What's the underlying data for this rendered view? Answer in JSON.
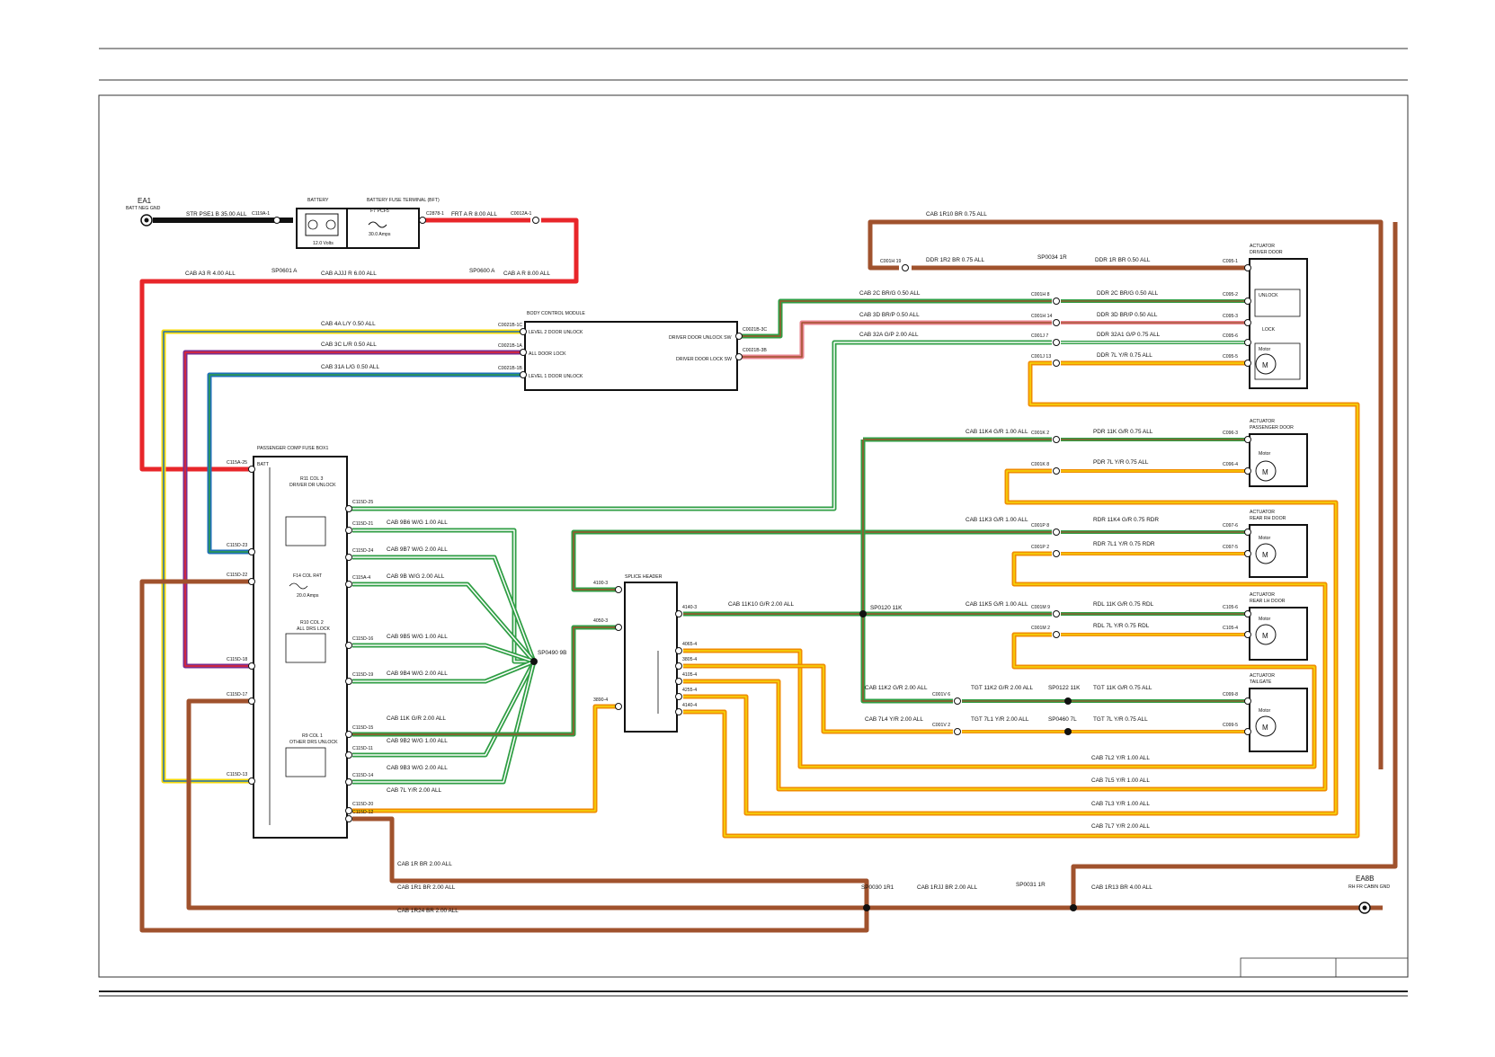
{
  "colors": {
    "brown": "#a0522d",
    "red": "#e8262a",
    "black": "#111111",
    "green": "#2f9e44",
    "orange": "#f08c00",
    "yellow": "#f5d90a",
    "purple": "#7b2d8e",
    "blue": "#1f6fb8",
    "pink": "#e8828e",
    "gray": "#9a9a9a"
  },
  "grounds": {
    "ea1": {
      "name": "EA1",
      "desc": "BATT NEG GND"
    },
    "ea8": {
      "name": "EA8B",
      "desc": "RH FR CABIN GND"
    }
  },
  "components": {
    "battery": "BATTERY",
    "battery_voltage": "12.0 Volts",
    "fuse_terminal": "BATTERY FUSE TERMINAL (BFT)",
    "fuse_name": "F7 PCF5",
    "fuse_rating": "30.0 Amps",
    "bcm": "BODY CONTROL MODULE",
    "bcm_in_1": "LEVEL 2 DOOR UNLOCK",
    "bcm_in_2": "ALL DOOR LOCK",
    "bcm_in_3": "LEVEL 1 DOOR UNLOCK",
    "bcm_out_1": "DRIVER DOOR UNLOCK SW",
    "bcm_out_2": "DRIVER DOOR LOCK SW",
    "fuse_box": "PASSENGER COMP FUSE BOX1",
    "batt_pin": "BATT",
    "relay1_a": "R11 COL 3",
    "relay1_b": "DRIVER DR UNLOCK",
    "fuse_box_fuse": "F14 COL R4T",
    "fuse_box_fuse_rating": "20.0 Amps",
    "relay2_a": "R10 COL 2",
    "relay2_b": "ALL DRS LOCK",
    "relay3_a": "R9 COL 1",
    "relay3_b": "OTHER DRS UNLOCK",
    "splice_header": "SPLICE HEADER",
    "act_driver_1": "ACTUATOR",
    "act_driver_2": "DRIVER DOOR",
    "unlock": "UNLOCK",
    "lock": "LOCK",
    "motor": "Motor",
    "act_pass_1": "ACTUATOR",
    "act_pass_2": "PASSENGER DOOR",
    "act_rrh_1": "ACTUATOR",
    "act_rrh_2": "REAR RH DOOR",
    "act_rlh_1": "ACTUATOR",
    "act_rlh_2": "REAR LH DOOR",
    "act_tg_1": "ACTUATOR",
    "act_tg_2": "TAILGATE",
    "m": "M"
  },
  "wires": {
    "w_str": "STR   PSE1 B 35.00 ALL",
    "w_frt": "FRT   A R 8.00 ALL",
    "w_a3": "CAB   A3 R 4.00 ALL",
    "w_ajjj": "CAB   AJJJ R 6.00 ALL",
    "w_ar8": "CAB   A R 8.00 ALL",
    "w_4a": "CAB   4A L/Y 0.50 ALL",
    "w_3c": "CAB   3C L/R 0.50 ALL",
    "w_31a": "CAB   31A L/G 0.50 ALL",
    "w_1r10": "CAB   1R10 BR 0.75 ALL",
    "w_1r2": "DDR   1R2 BR 0.75 ALL",
    "w_1r_ddr": "DDR   1R BR 0.50 ALL",
    "w_2c_cab": "CAB   2C BR/G 0.50 ALL",
    "w_2c_ddr": "DDR   2C BR/G 0.50 ALL",
    "w_3d_cab": "CAB   3D BR/P 0.50 ALL",
    "w_3d_ddr": "DDR   3D BR/P 0.50 ALL",
    "w_32a_cab": "CAB   32A G/P 2.00 ALL",
    "w_32a_ddr": "DDR   32A1 G/P 0.75 ALL",
    "w_7l_ddr": "DDR   7L Y/R 0.75 ALL",
    "w_11k4_cab": "CAB   11K4 G/R 1.00 ALL",
    "w_11k_pdr": "PDR   11K G/R 0.75 ALL",
    "w_7l_pdr": "PDR   7L Y/R 0.75 ALL",
    "w_11k3_cab": "CAB   11K3 G/R 1.00 ALL",
    "w_11k4_rdr": "RDR   11K4 G/R 0.75 RDR",
    "w_7l1_rdr": "RDR   7L1 Y/R 0.75 RDR",
    "w_11k10": "CAB   11K10 G/R 2.00 ALL",
    "w_11k5": "CAB   11K5 G/R 1.00 ALL",
    "w_11k_rdl": "RDL   11K G/R 0.75 RDL",
    "w_7l_rdl": "RDL   7L Y/R 0.75 RDL",
    "w_11k2_cab": "CAB   11K2 G/R 2.00 ALL",
    "w_11k2_tgt": "TGT   11K2 G/R 2.00 ALL",
    "w_11k_tgt": "TGT   11K G/R 0.75 ALL",
    "w_7l4_cab": "CAB   7L4 Y/R 2.00 ALL",
    "w_7l1_tgt": "TGT   7L1 Y/R 2.00 ALL",
    "w_7l_tgt": "TGT   7L Y/R 0.75 ALL",
    "w_7l2": "CAB   7L2 Y/R 1.00 ALL",
    "w_7l5": "CAB   7L5 Y/R 1.00 ALL",
    "w_7l3": "CAB   7L3 Y/R 1.00 ALL",
    "w_7l7": "CAB   7L7 Y/R 2.00 ALL",
    "w_9b6": "CAB   9B6 W/G 1.00 ALL",
    "w_9b7": "CAB   9B7 W/G 2.00 ALL",
    "w_9b": "CAB   9B W/G 2.00 ALL",
    "w_9b5": "CAB   9B5 W/G 1.00 ALL",
    "w_9b4": "CAB   9B4 W/G 2.00 ALL",
    "w_11k_cab": "CAB   11K G/R 2.00 ALL",
    "w_9b2": "CAB   9B2 W/G 1.00 ALL",
    "w_9b3": "CAB   9B3 W/G 2.00 ALL",
    "w_7l_cab": "CAB   7L Y/R 2.00 ALL",
    "w_1r_cab": "CAB   1R BR 2.00 ALL",
    "w_1r1": "CAB   1R1 BR 2.00 ALL",
    "w_1r24": "CAB   1R24 BR 2.00 ALL",
    "w_1rjj": "CAB   1RJJ BR 2.00 ALL",
    "w_1r13": "CAB   1R13 BR 4.00 ALL"
  },
  "splices": {
    "sp0601": "SP0601 A",
    "sp0600": "SP0600 A",
    "sp0034": "SP0034 1R",
    "sp0490": "SP0490 9B",
    "sp0120": "SP0120 11K",
    "sp0122": "SP0122 11K",
    "sp0460": "SP0460 7L",
    "sp0030": "SP0030 1R1",
    "sp0031": "SP0031 1R"
  },
  "connectors": {
    "c119a": "C119A-1",
    "c2878": "C2878-1",
    "c0012a": "C0012A-1",
    "c0021b_1c": "C0021B-1C",
    "c0021b_1a": "C0021B-1A",
    "c0021b_1b": "C0021B-1B",
    "c0021b_3c": "C0021B-3C",
    "c0021b_3b": "C0021B-3B",
    "c001h_19": "C001H 19",
    "c001h_8": "C001H 8",
    "c001h_14": "C001H 14",
    "c001j_7": "C001J 7",
    "c001j_13": "C001J 13",
    "c095_1": "C095-1",
    "c095_2": "C095-2",
    "c095_3": "C095-3",
    "c095_6": "C095-6",
    "c095_5": "C095-5",
    "c001k_2": "C001K 2",
    "c001k_8": "C001K 8",
    "c096_3": "C096-3",
    "c096_4": "C096-4",
    "c001p_8": "C001P 8",
    "c001p_2": "C001P 2",
    "c097_6": "C097-6",
    "c097_5": "C097-5",
    "c001m_9": "C001M 9",
    "c001m_2": "C001M 2",
    "c105_6": "C105-6",
    "c105_4": "C105-4",
    "c001v_6": "C001V 6",
    "c001v_2": "C001V 2",
    "c099_8": "C099-8",
    "c099_5": "C099-5",
    "c115a_25": "C115A-25",
    "c115d_23": "C115D-23",
    "c115d_22": "C115D-22",
    "c115d_18": "C115D-18",
    "c115d_17": "C115D-17",
    "c115d_13": "C115D-13",
    "c115d_25": "C115D-25",
    "c115d_21": "C115D-21",
    "c115d_24": "C115D-24",
    "c115a_4": "C115A-4",
    "c115d_16": "C115D-16",
    "c115d_19": "C115D-19",
    "c115d_15": "C115D-15",
    "c115d_11": "C115D-11",
    "c115d_14": "C115D-14",
    "c115d_20": "C115D-20",
    "c115d_12": "C115D-12",
    "s4100_3a": "4100-3",
    "s4050_3": "4050-3",
    "s3890_4": "3890-4",
    "s4140_3": "4140-3",
    "s4065_4": "4065-4",
    "s3805_4": "3805-4",
    "s4105_4": "4105-4",
    "s4255_4": "4255-4",
    "s4140_4": "4140-4"
  }
}
